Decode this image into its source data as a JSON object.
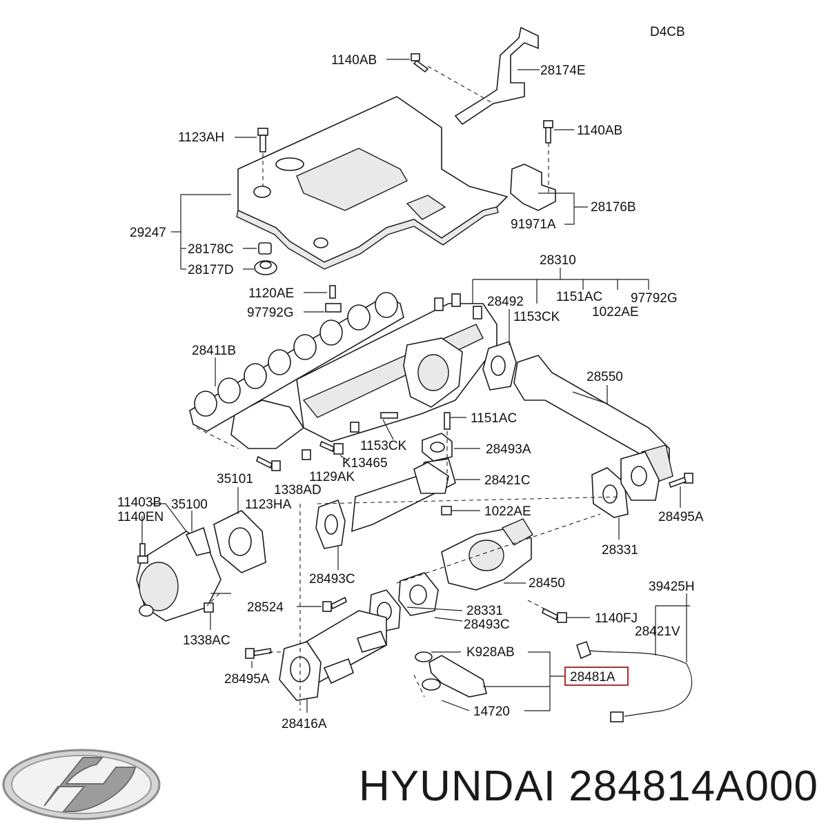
{
  "engine_code": "D4CB",
  "brand": {
    "name": "HYUNDAI",
    "part_number": "284814A000",
    "footer_text": "HYUNDAI 284814A000"
  },
  "highlighted_part": "28481A",
  "parts": {
    "p1140AB_top": "1140AB",
    "p28174E": "28174E",
    "p1123AH": "1123AH",
    "p1140AB_right": "1140AB",
    "p28176B": "28176B",
    "p91971A": "91971A",
    "p29247": "29247",
    "p28178C": "28178C",
    "p28177D": "28177D",
    "p28310": "28310",
    "p1120AE": "1120AE",
    "p97792G_left": "97792G",
    "p28492": "28492",
    "p1151AC_top": "1151AC",
    "p97792G_right": "97792G",
    "p1153CK_top": "1153CK",
    "p1022AE_top": "1022AE",
    "p28411B": "28411B",
    "p28550": "28550",
    "p1151AC_mid": "1151AC",
    "p1153CK_mid": "1153CK",
    "p28493A": "28493A",
    "pK13465": "K13465",
    "p1129AK": "1129AK",
    "p28421C": "28421C",
    "p35101": "35101",
    "p1338AD": "1338AD",
    "p1022AE_mid": "1022AE",
    "p11403B": "11403B",
    "p35100": "35100",
    "p1140EN": "1140EN",
    "p1123HA": "1123HA",
    "p28495A_right": "28495A",
    "p28331_right": "28331",
    "p28493C_left": "28493C",
    "p28450": "28450",
    "p39425H": "39425H",
    "p28524": "28524",
    "p28331_low": "28331",
    "p28493C_low": "28493C",
    "p1140FJ": "1140FJ",
    "p1338AC": "1338AC",
    "p28421V": "28421V",
    "pK928AB": "K928AB",
    "p28481A": "28481A",
    "p28495A_left": "28495A",
    "p14720": "14720",
    "p28416A": "28416A"
  }
}
